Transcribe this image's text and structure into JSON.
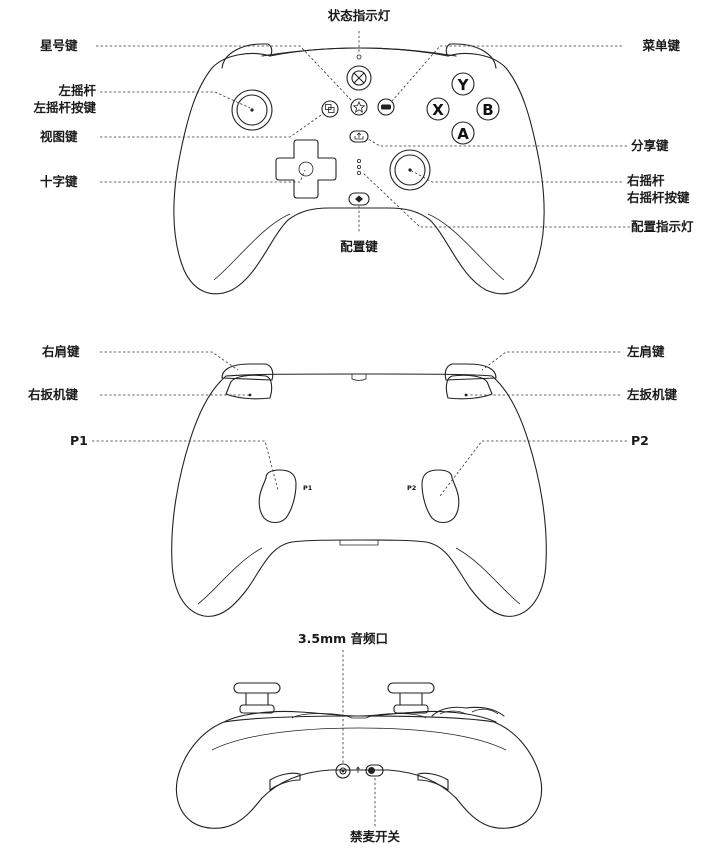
{
  "labels": {
    "status_indicator": "状态指示灯",
    "star_button": "星号键",
    "menu_button": "菜单键",
    "left_stick": "左摇杆",
    "left_stick_button": "左摇杆按键",
    "view_button": "视图键",
    "share_button": "分享键",
    "dpad": "十字键",
    "right_stick": "右摇杆",
    "right_stick_button": "右摇杆按键",
    "profile_indicator": "配置指示灯",
    "profile_button": "配置键",
    "right_bumper": "右肩键",
    "left_bumper": "左肩键",
    "right_trigger": "右扳机键",
    "left_trigger": "左扳机键",
    "p1": "P1",
    "p2": "P2",
    "audio_jack": "3.5mm 音频口",
    "mute_switch": "禁麦开关"
  },
  "face_buttons": {
    "y": "Y",
    "x": "X",
    "b": "B",
    "a": "A"
  },
  "paddle_marks": {
    "p1": "P1",
    "p2": "P2"
  }
}
